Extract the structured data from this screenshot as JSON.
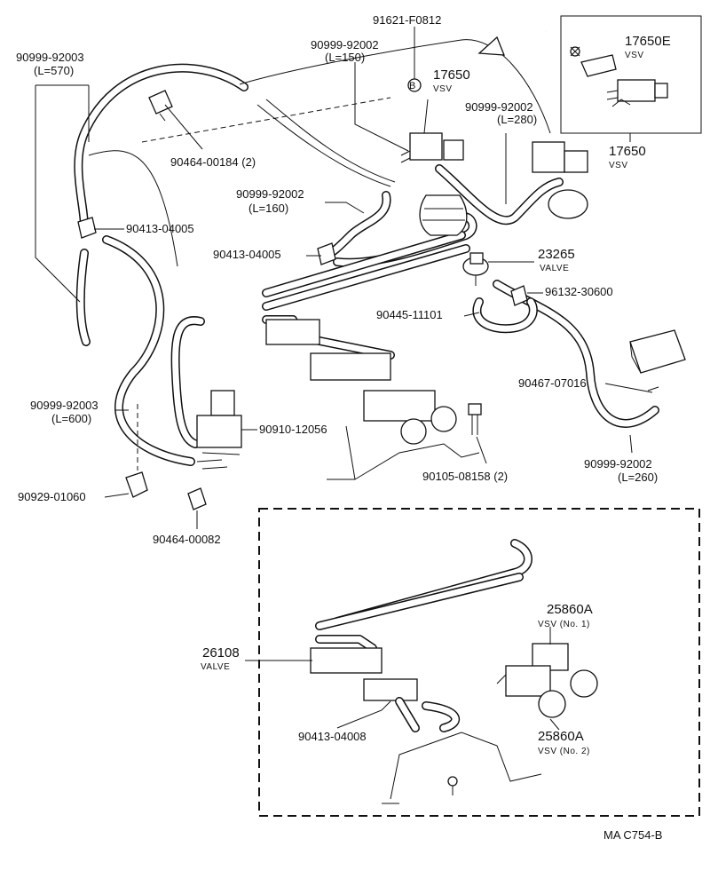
{
  "labels": {
    "l_9162": "91621-F0812",
    "l_9099_150_a": "90999-92002",
    "l_9099_150_b": "(L=150)",
    "l_9099_570_a": "90999-92003",
    "l_9099_570_b": "(L=570)",
    "l_17650_mid": "17650",
    "l_17650_mid_sub": "VSV",
    "l_bcircle": "B",
    "l_17650e": "17650E",
    "l_17650e_sub": "VSV",
    "l_9099_280_a": "90999-92002",
    "l_9099_280_b": "(L=280)",
    "l_17650_right": "17650",
    "l_17650_right_sub": "VSV",
    "l_90464_184": "90464-00184 (2)",
    "l_9099_160_a": "90999-92002",
    "l_9099_160_b": "(L=160)",
    "l_90413_04005_a": "90413-04005",
    "l_90413_04005_b": "90413-04005",
    "l_23265": "23265",
    "l_23265_sub": "VALVE",
    "l_96132": "96132-30600",
    "l_90445": "90445-11101",
    "l_90467": "90467-07016",
    "l_9099_600_a": "90999-92003",
    "l_9099_600_b": "(L=600)",
    "l_90910": "90910-12056",
    "l_90105": "90105-08158 (2)",
    "l_9099_260_a": "90999-92002",
    "l_9099_260_b": "(L=260)",
    "l_90929": "90929-01060",
    "l_90464_082": "90464-00082",
    "l_26108": "26108",
    "l_26108_sub": "VALVE",
    "l_25860a_1": "25860A",
    "l_25860a_1_sub": "VSV (No. 1)",
    "l_90413_04008": "90413-04008",
    "l_25860a_2": "25860A",
    "l_25860a_2_sub": "VSV (No. 2)",
    "l_footer": "MA  C754-B"
  },
  "colors": {
    "ink": "#111111",
    "paper": "#ffffff"
  }
}
